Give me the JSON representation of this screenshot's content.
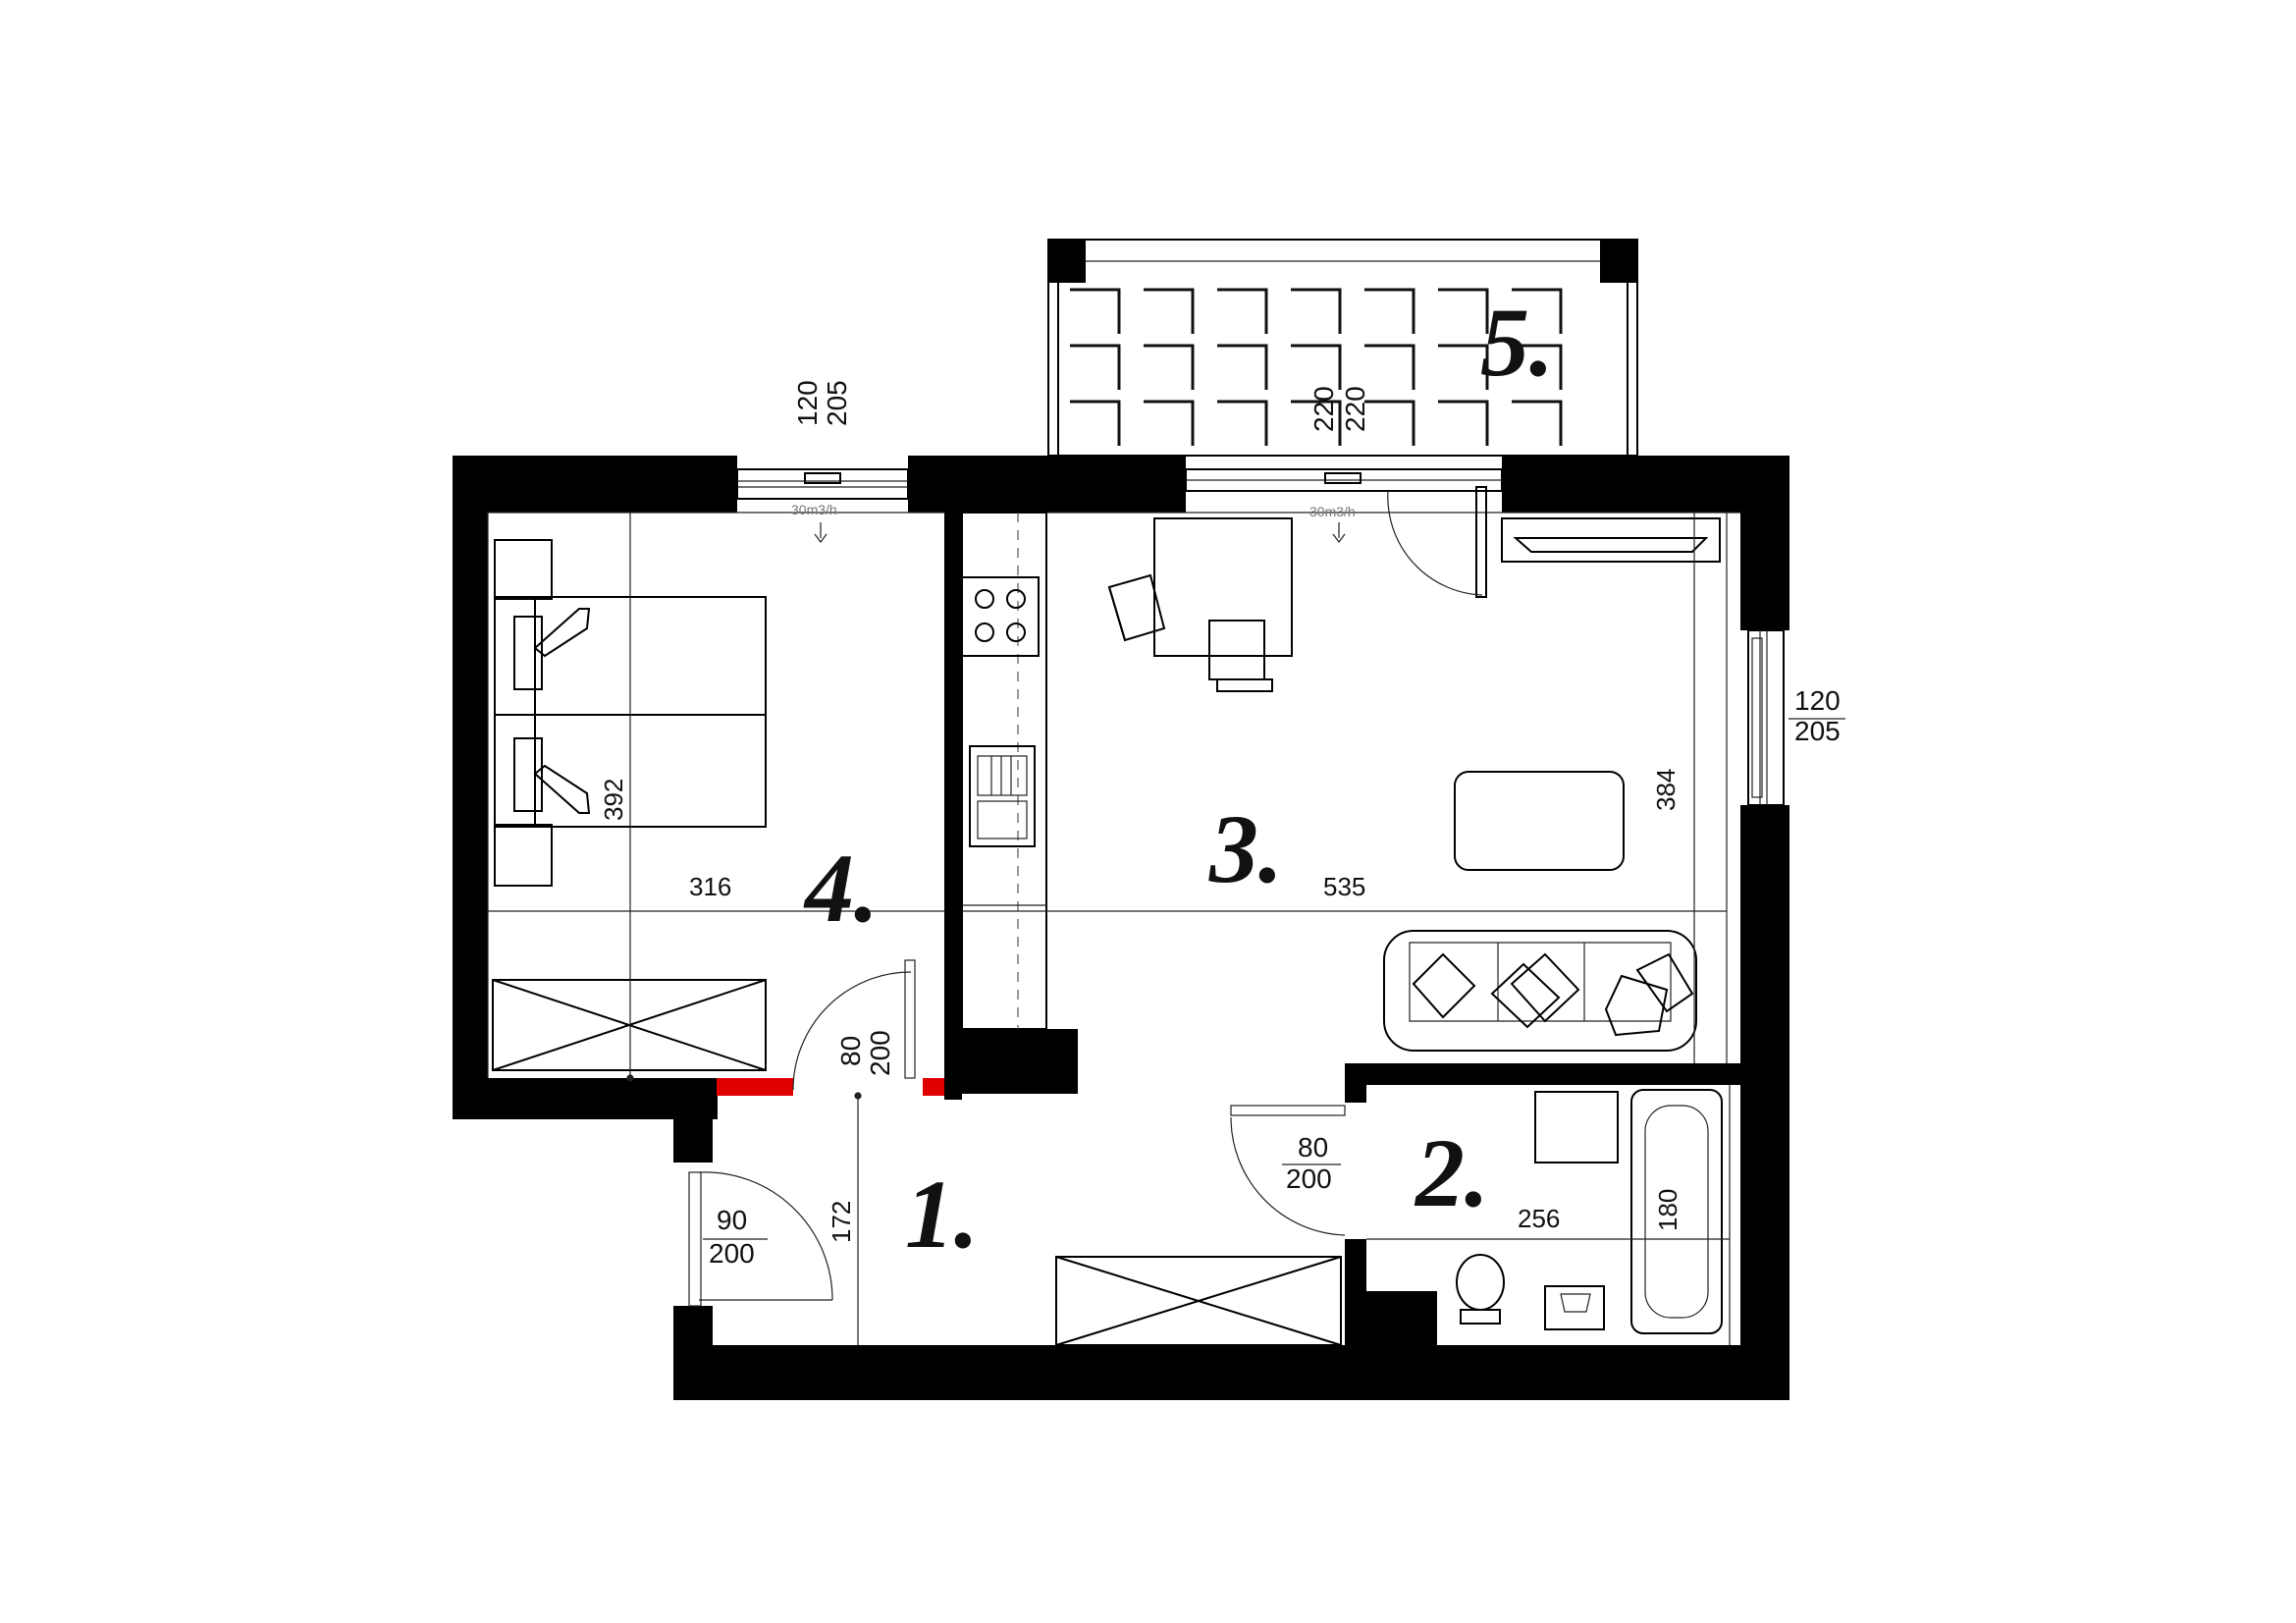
{
  "rooms": [
    {
      "id": "1",
      "label": "1."
    },
    {
      "id": "2",
      "label": "2."
    },
    {
      "id": "3",
      "label": "3."
    },
    {
      "id": "4",
      "label": "4."
    },
    {
      "id": "5",
      "label": "5."
    }
  ],
  "dimensions": {
    "room4_width": "316",
    "room4_depth": "392",
    "room3_width": "535",
    "room3_depth": "384",
    "room2_width": "256",
    "bathtub_length": "180",
    "hall_length": "172"
  },
  "openings": {
    "window_room4": {
      "width": "120",
      "height": "205"
    },
    "balcony_door": {
      "width": "220",
      "height": "220"
    },
    "window_room3_east": {
      "width": "120",
      "height": "205"
    },
    "door_room4": {
      "width": "80",
      "height": "200"
    },
    "door_bathroom": {
      "width": "80",
      "height": "200"
    },
    "entrance_door": {
      "width": "90",
      "height": "200"
    }
  },
  "vents": {
    "vent_room4": "30m3/h",
    "vent_room3": "30m3/h"
  },
  "colors": {
    "wall": "#000000",
    "partition_highlight": "#e00000",
    "background": "#ffffff"
  }
}
